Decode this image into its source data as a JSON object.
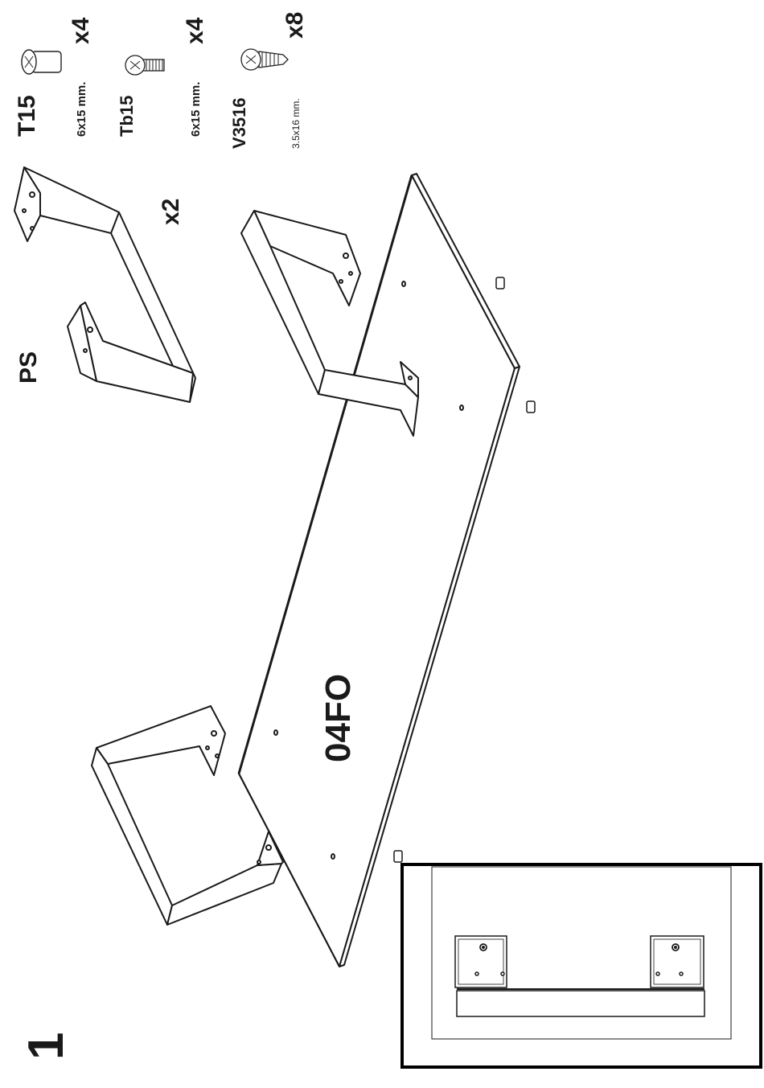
{
  "step": {
    "number": "1"
  },
  "hardware": [
    {
      "code": "T15",
      "size": "6x15 mm.",
      "qty": "x4",
      "icon": "cam-dowel-icon"
    },
    {
      "code": "Tb15",
      "size": "6x15 mm.",
      "qty": "x4",
      "icon": "bolt-screw-icon"
    },
    {
      "code": "V3516",
      "size": "3.5x16 mm.",
      "qty": "x8",
      "icon": "wood-screw-icon"
    }
  ],
  "parts": {
    "legs": {
      "code": "PS",
      "qty": "x2"
    },
    "panel": {
      "code": "04FO"
    }
  }
}
